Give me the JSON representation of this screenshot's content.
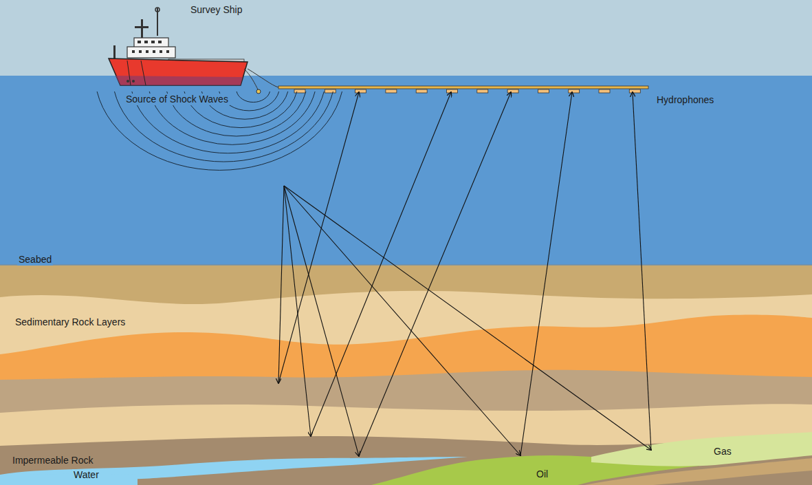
{
  "diagram": {
    "labels": [
      "Survey Ship",
      "Source of Shock Waves",
      "Hydrophones",
      "Seabed",
      "Sedimentary Rock Layers",
      "Impermeable Rock",
      "Water",
      "Oil",
      "Gas"
    ]
  }
}
